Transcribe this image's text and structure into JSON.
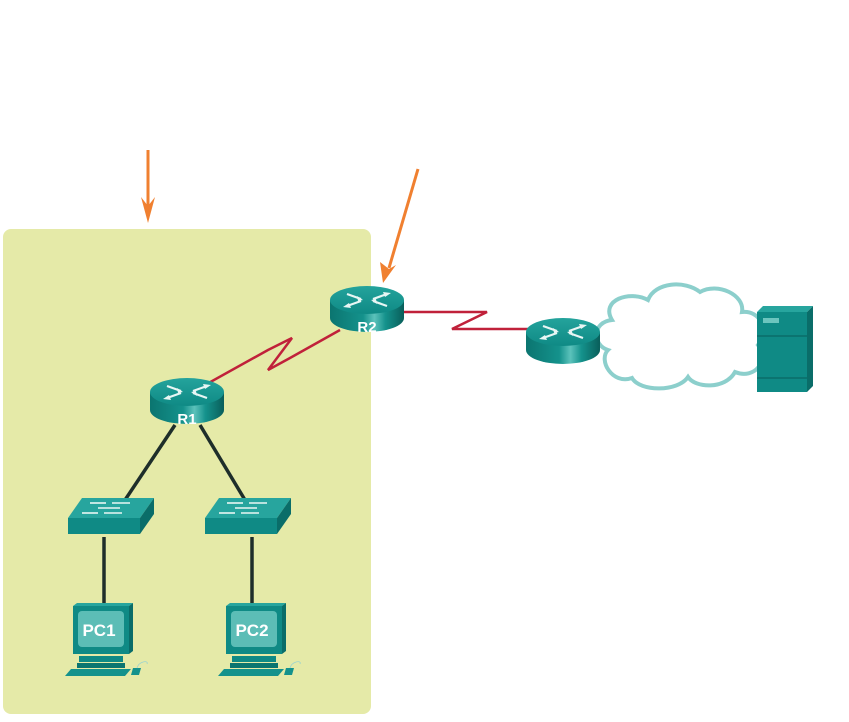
{
  "diagram": {
    "type": "network-topology",
    "colors": {
      "zone_fill": "#e5eaa8",
      "device": "#0f8a86",
      "device_dark": "#0a6d69",
      "device_light": "#3fb0aa",
      "serial_link": "#c0213a",
      "ethernet_link": "#1e2e2a",
      "arrow": "#f08030",
      "cloud_outline": "#8ccfcc"
    },
    "devices": {
      "r1": {
        "label": "R1",
        "kind": "router"
      },
      "r2": {
        "label": "R2",
        "kind": "router"
      },
      "r3": {
        "label": "",
        "kind": "router"
      },
      "s1": {
        "label": "",
        "kind": "switch"
      },
      "s2": {
        "label": "",
        "kind": "switch"
      },
      "pc1": {
        "label": "PC1",
        "kind": "pc"
      },
      "pc2": {
        "label": "PC2",
        "kind": "pc"
      },
      "server": {
        "label": "",
        "kind": "server"
      },
      "cloud": {
        "label": "",
        "kind": "cloud"
      }
    },
    "links": [
      {
        "from": "r1",
        "to": "r2",
        "type": "serial"
      },
      {
        "from": "r2",
        "to": "r3",
        "type": "serial"
      },
      {
        "from": "r1",
        "to": "s1",
        "type": "ethernet"
      },
      {
        "from": "r1",
        "to": "s2",
        "type": "ethernet"
      },
      {
        "from": "s1",
        "to": "pc1",
        "type": "ethernet"
      },
      {
        "from": "s2",
        "to": "pc2",
        "type": "ethernet"
      }
    ],
    "arrows": [
      {
        "points_to": "internal-network-zone"
      },
      {
        "points_to": "r2"
      }
    ]
  }
}
